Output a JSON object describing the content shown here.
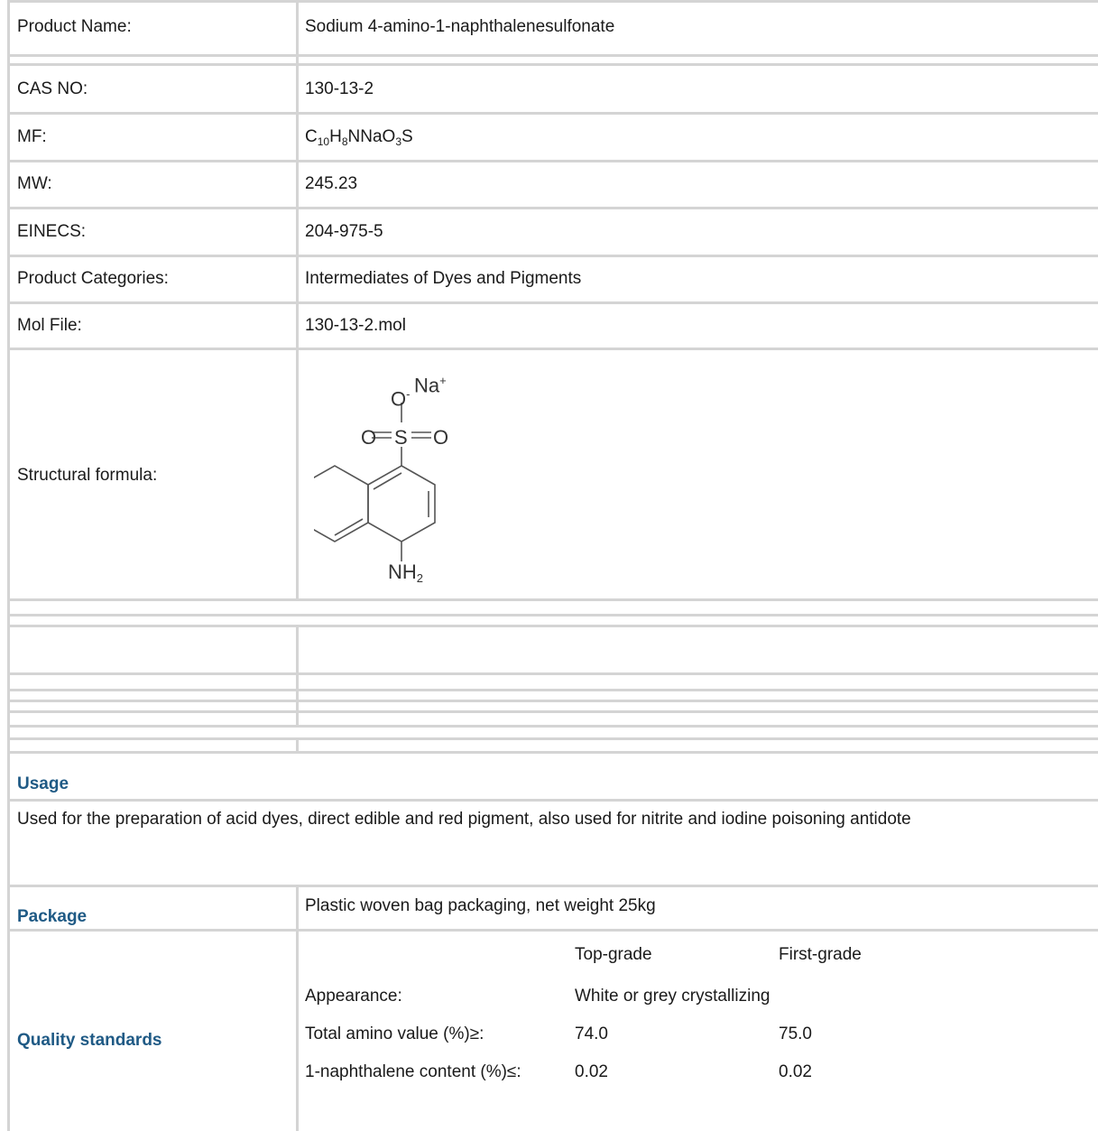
{
  "properties": [
    {
      "label": "Product Name:",
      "value": "Sodium 4-amino-1-naphthalenesulfonate"
    },
    {
      "label": "CAS NO:",
      "value": "130-13-2"
    },
    {
      "label": "MF:",
      "value": "C10H8NNaO3S"
    },
    {
      "label": "MW:",
      "value": "245.23"
    },
    {
      "label": "EINECS:",
      "value": "204-975-5"
    },
    {
      "label": "Product Categories:",
      "value": "Intermediates of Dyes and Pigments"
    },
    {
      "label": "Mol File:",
      "value": "130-13-2.mol"
    },
    {
      "label": "Structural formula:",
      "value": ""
    }
  ],
  "formula_parts": {
    "c": "C",
    "c_n": "10",
    "h": "H",
    "h_n": "8",
    "mid": "NNaO",
    "o_n": "3",
    "s": "S"
  },
  "structure_labels": {
    "o_minus": "O",
    "minus": "-",
    "na": "Na",
    "plus": "+",
    "o_left": "O",
    "s": "S",
    "o_right": "O",
    "nh": "NH",
    "nh_sub": "2"
  },
  "usage": {
    "title": "Usage",
    "text": "Used for the preparation of acid dyes, direct edible and red pigment, also used for nitrite and iodine poisoning antidote"
  },
  "package": {
    "title": "Package",
    "text": "Plastic woven bag packaging, net weight 25kg"
  },
  "quality": {
    "title": "Quality standards",
    "headers": [
      "Top-grade",
      "First-grade"
    ],
    "rows": [
      {
        "label": "Appearance:",
        "top": "White or grey crystallizing",
        "first": ""
      },
      {
        "label": "Total amino value (%)≥:",
        "top": "74.0",
        "first": "75.0"
      },
      {
        "label": "1-naphthalene content (%)≤:",
        "top": "0.02",
        "first": "0.02"
      }
    ]
  }
}
